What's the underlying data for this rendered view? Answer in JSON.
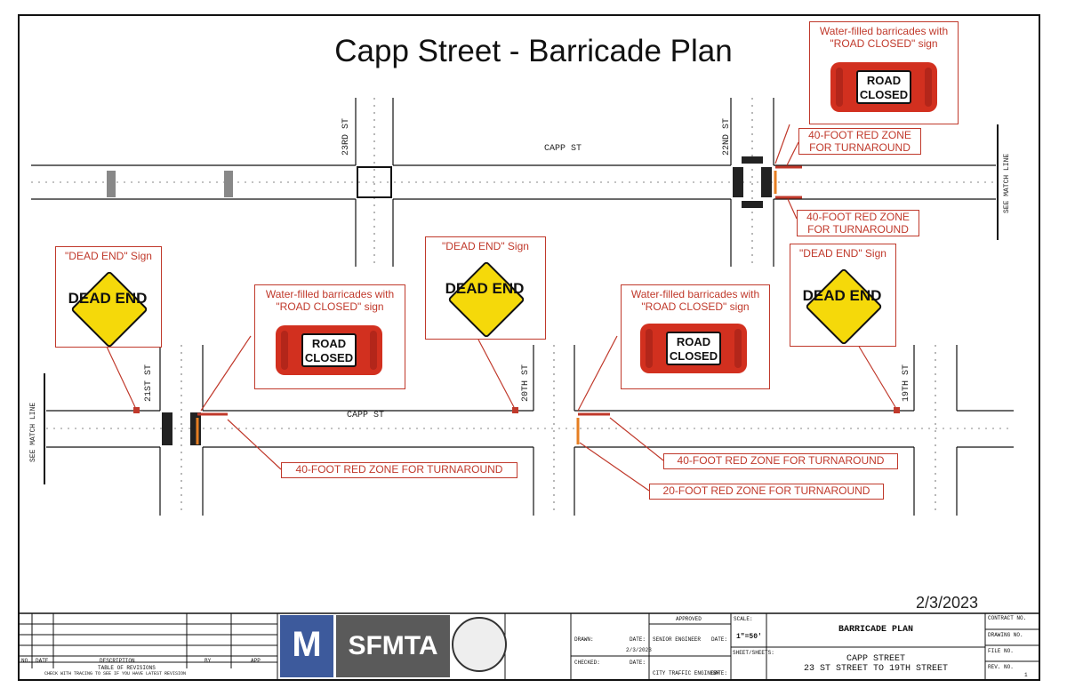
{
  "title": "Capp Street - Barricade Plan",
  "date": "2/3/2023",
  "streets": {
    "capp_top": "CAPP ST",
    "capp_bottom": "CAPP ST",
    "st23": "23RD ST",
    "st22": "22ND ST",
    "st21": "21ST ST",
    "st20": "20TH ST",
    "st19": "19TH ST",
    "match_right": "SEE MATCH LINE",
    "match_left": "SEE MATCH LINE"
  },
  "callouts": {
    "barricade_top": "Water-filled barricades with \"ROAD CLOSED\" sign",
    "barricade_left": "Water-filled barricades with \"ROAD CLOSED\" sign",
    "barricade_mid": "Water-filled barricades with \"ROAD CLOSED\" sign",
    "dead_end_left": "\"DEAD END\" Sign",
    "dead_end_mid": "\"DEAD END\" Sign",
    "dead_end_right": "\"DEAD END\" Sign",
    "zone_top_1": "40-FOOT RED ZONE FOR TURNAROUND",
    "zone_top_2": "40-FOOT RED ZONE FOR TURNAROUND",
    "zone_left": "40-FOOT RED ZONE FOR TURNAROUND",
    "zone_mid_40": "40-FOOT RED ZONE FOR TURNAROUND",
    "zone_mid_20": "20-FOOT RED ZONE FOR TURNAROUND"
  },
  "signs": {
    "dead_end": "DEAD END",
    "road_closed_line1": "ROAD",
    "road_closed_line2": "CLOSED"
  },
  "title_block": {
    "agency": "SFMTA",
    "approved": "APPROVED",
    "scale_label": "SCALE:",
    "scale": "1\"=50'",
    "sheet_title": "BARRICADE PLAN",
    "location_1": "CAPP STREET",
    "location_2": "23 ST STREET TO 19TH STREET",
    "drawn": "DRAWN:",
    "checked": "CHECKED:",
    "date_label": "DATE:",
    "date_value": "2/3/2023",
    "senior_engineer": "SENIOR ENGINEER",
    "city_traffic_engineer": "CITY TRAFFIC ENGINEER",
    "sheet_sheets": "SHEET/SHEETS:",
    "contract_no": "CONTRACT NO.",
    "drawing_no": "DRAWING NO.",
    "file_no": "FILE NO.",
    "rev_no": "REV. NO.",
    "rev_value": "1",
    "no": "NO.",
    "date_col": "DATE",
    "description": "DESCRIPTION",
    "by": "BY",
    "app": "APP",
    "table_of_revisions": "TABLE OF REVISIONS",
    "check_note": "CHECK WITH TRACING TO SEE IF YOU HAVE LATEST REVISION"
  },
  "colors": {
    "red": "#c0392b",
    "sign_yellow": "#f5d90a",
    "barricade_red": "#d2301f",
    "sfmta_blue": "#3d5a9c",
    "sfmta_gray": "#5a5a5a"
  }
}
